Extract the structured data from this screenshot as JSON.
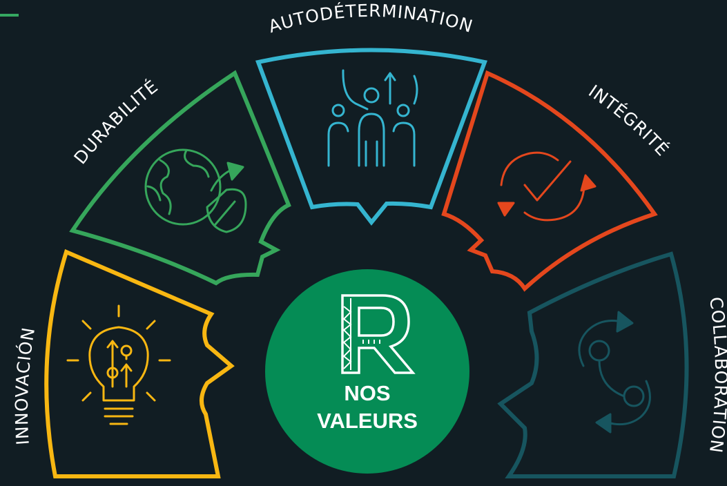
{
  "center": {
    "logo_letter": "R",
    "line1": "NOS",
    "line2": "VALEURS",
    "color": "#058c55"
  },
  "segments": [
    {
      "id": "innovacion",
      "label": "INNOVACIÓN",
      "color": "#f8b712",
      "icon": "lightbulb-icon"
    },
    {
      "id": "durabilite",
      "label": "DURABILITÉ",
      "color": "#36a65b",
      "icon": "globe-leaf-icon"
    },
    {
      "id": "autodetermination",
      "label": "AUTODÉTERMINATION",
      "color": "#35b5d0",
      "icon": "people-arrow-icon"
    },
    {
      "id": "integrite",
      "label": "INTÉGRITÉ",
      "color": "#e4471d",
      "icon": "check-cycle-icon"
    },
    {
      "id": "collaboration",
      "label": "COLLABORATION",
      "color": "#17555f",
      "icon": "exchange-icon"
    }
  ],
  "accent_dash_color": "#35a861",
  "background": "#111d23"
}
